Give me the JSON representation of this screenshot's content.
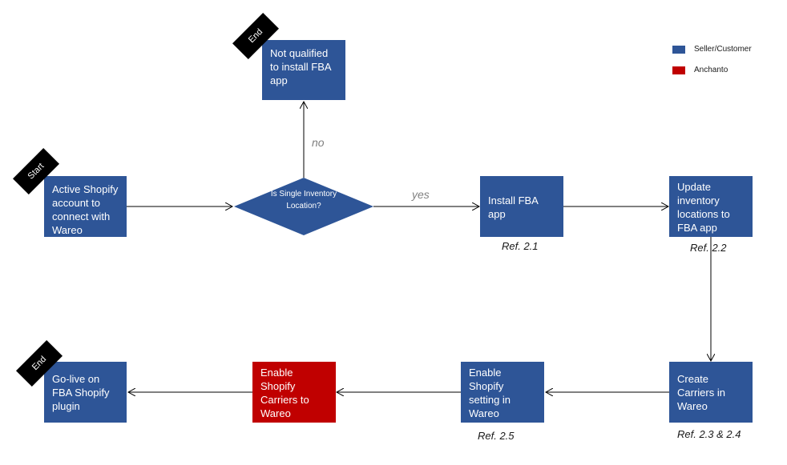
{
  "legend": {
    "items": [
      {
        "label": "Seller/Customer",
        "color": "#2e5597"
      },
      {
        "label": "Anchanto",
        "color": "#c00000"
      }
    ]
  },
  "tags": {
    "start": "Start",
    "end_top": "End",
    "end_bottom": "End"
  },
  "nodes": {
    "active_shopify": "Active Shopify account to connect with Wareo",
    "decision": "Is Single Inventory Location?",
    "not_qualified": "Not qualified to install FBA app",
    "install_fba": "Install FBA app",
    "update_inventory": "Update inventory locations to FBA app",
    "create_carriers": "Create Carriers in Wareo",
    "enable_shopify_setting": "Enable Shopify setting in Wareo",
    "enable_carriers": "Enable Shopify Carriers to Wareo",
    "go_live": "Go-live on FBA Shopify plugin"
  },
  "edge_labels": {
    "no": "no",
    "yes": "yes"
  },
  "refs": {
    "install": "Ref. 2.1",
    "update": "Ref. 2.2",
    "create": "Ref. 2.3 & 2.4",
    "setting": "Ref. 2.5"
  },
  "colors": {
    "blue": "#2e5597",
    "red": "#c00000",
    "tag": "#000000"
  }
}
